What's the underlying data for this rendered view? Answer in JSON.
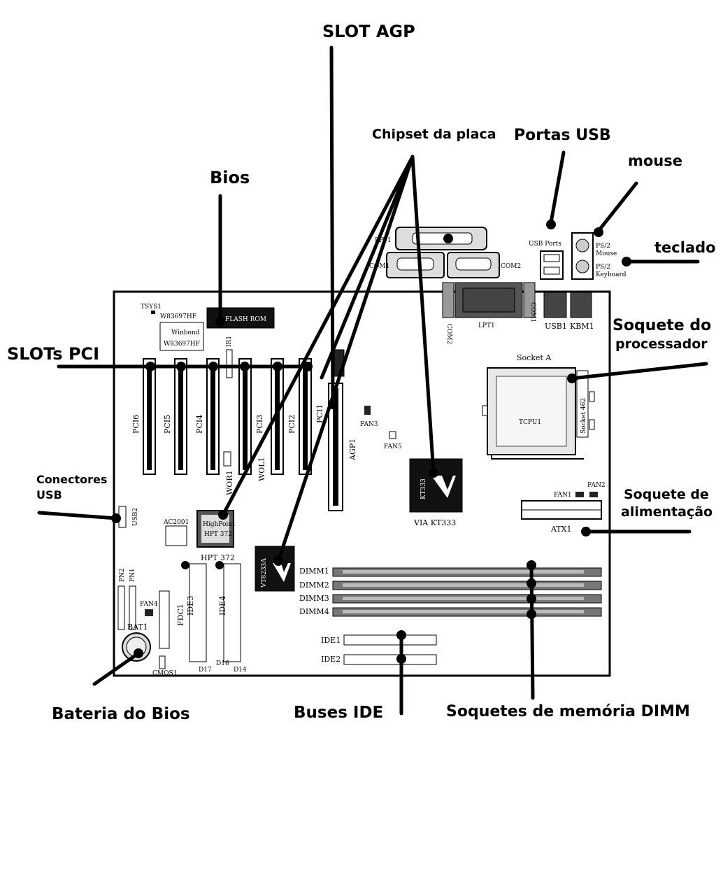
{
  "callouts": {
    "slot_agp": "SLOT AGP",
    "chipset": "Chipset da placa",
    "portas_usb": "Portas USB",
    "mouse": "mouse",
    "teclado": "teclado",
    "bios": "Bios",
    "slots_pci": "SLOTs PCI",
    "soquete_proc_1": "Soquete do",
    "soquete_proc_2": "processador",
    "conectores_usb_1": "Conectores",
    "conectores_usb_2": "USB",
    "soquete_alim_1": "Soquete de",
    "soquete_alim_2": "alimentação",
    "bateria": "Bateria do Bios",
    "buses_ide": "Buses IDE",
    "soquetes_dimm": "Soquetes de memória DIMM"
  },
  "board": {
    "tsys1": "TSYS1",
    "w83697hf": "W83697HF",
    "winbond": "Winbond",
    "winbond_part": "W83697HF",
    "flash_rom": "FLASH ROM",
    "ir1": "IR1",
    "lpt1_top": "LPT1",
    "com1_top": "COM1",
    "com2_top": "COM2",
    "usb_ports": "USB Ports",
    "ps2_mouse_1": "PS/2",
    "ps2_mouse_2": "Mouse",
    "ps2_kbd_1": "PS/2",
    "ps2_kbd_2": "Keyboard",
    "com2_side": "COM2",
    "lpt1": "LPT1",
    "com1_side": "COM1",
    "usb1": "USB1",
    "kbm1": "KBM1",
    "pci_labels": [
      "PCI6",
      "PCI5",
      "PCI4",
      "PCI3",
      "PCI2",
      "PCI1"
    ],
    "wor1": "WOR1",
    "wol1": "WOL1",
    "agp1": "AGP1",
    "fan3": "FAN3",
    "fan5": "FAN5",
    "socket_a": "Socket A",
    "tcpu1": "TCPU1",
    "socket_462": "Socket 462",
    "kt333": "KT333",
    "via_kt333": "VIA KT333",
    "fan1": "FAN1",
    "fan2": "FAN2",
    "atx1": "ATX1",
    "usb2": "USB2",
    "ac2001": "AC2001",
    "hpt372": "HPT 372",
    "highpoint": "HighPoint",
    "hpt_chip": "HPT 372",
    "vt8233a": "VT8233A",
    "dimm_labels": [
      "DIMM1",
      "DIMM2",
      "DIMM3",
      "DIMM4"
    ],
    "pn2": "PN2",
    "pn1": "PN1",
    "fan4": "FAN4",
    "fdc1": "FDC1",
    "ide3": "IDE3",
    "ide4": "IDE4",
    "bat1": "BAT1",
    "cmos1": "CMOS1",
    "d16": "D16",
    "d17": "D17",
    "d14": "D14",
    "ide1": "IDE1",
    "ide2": "IDE2"
  }
}
